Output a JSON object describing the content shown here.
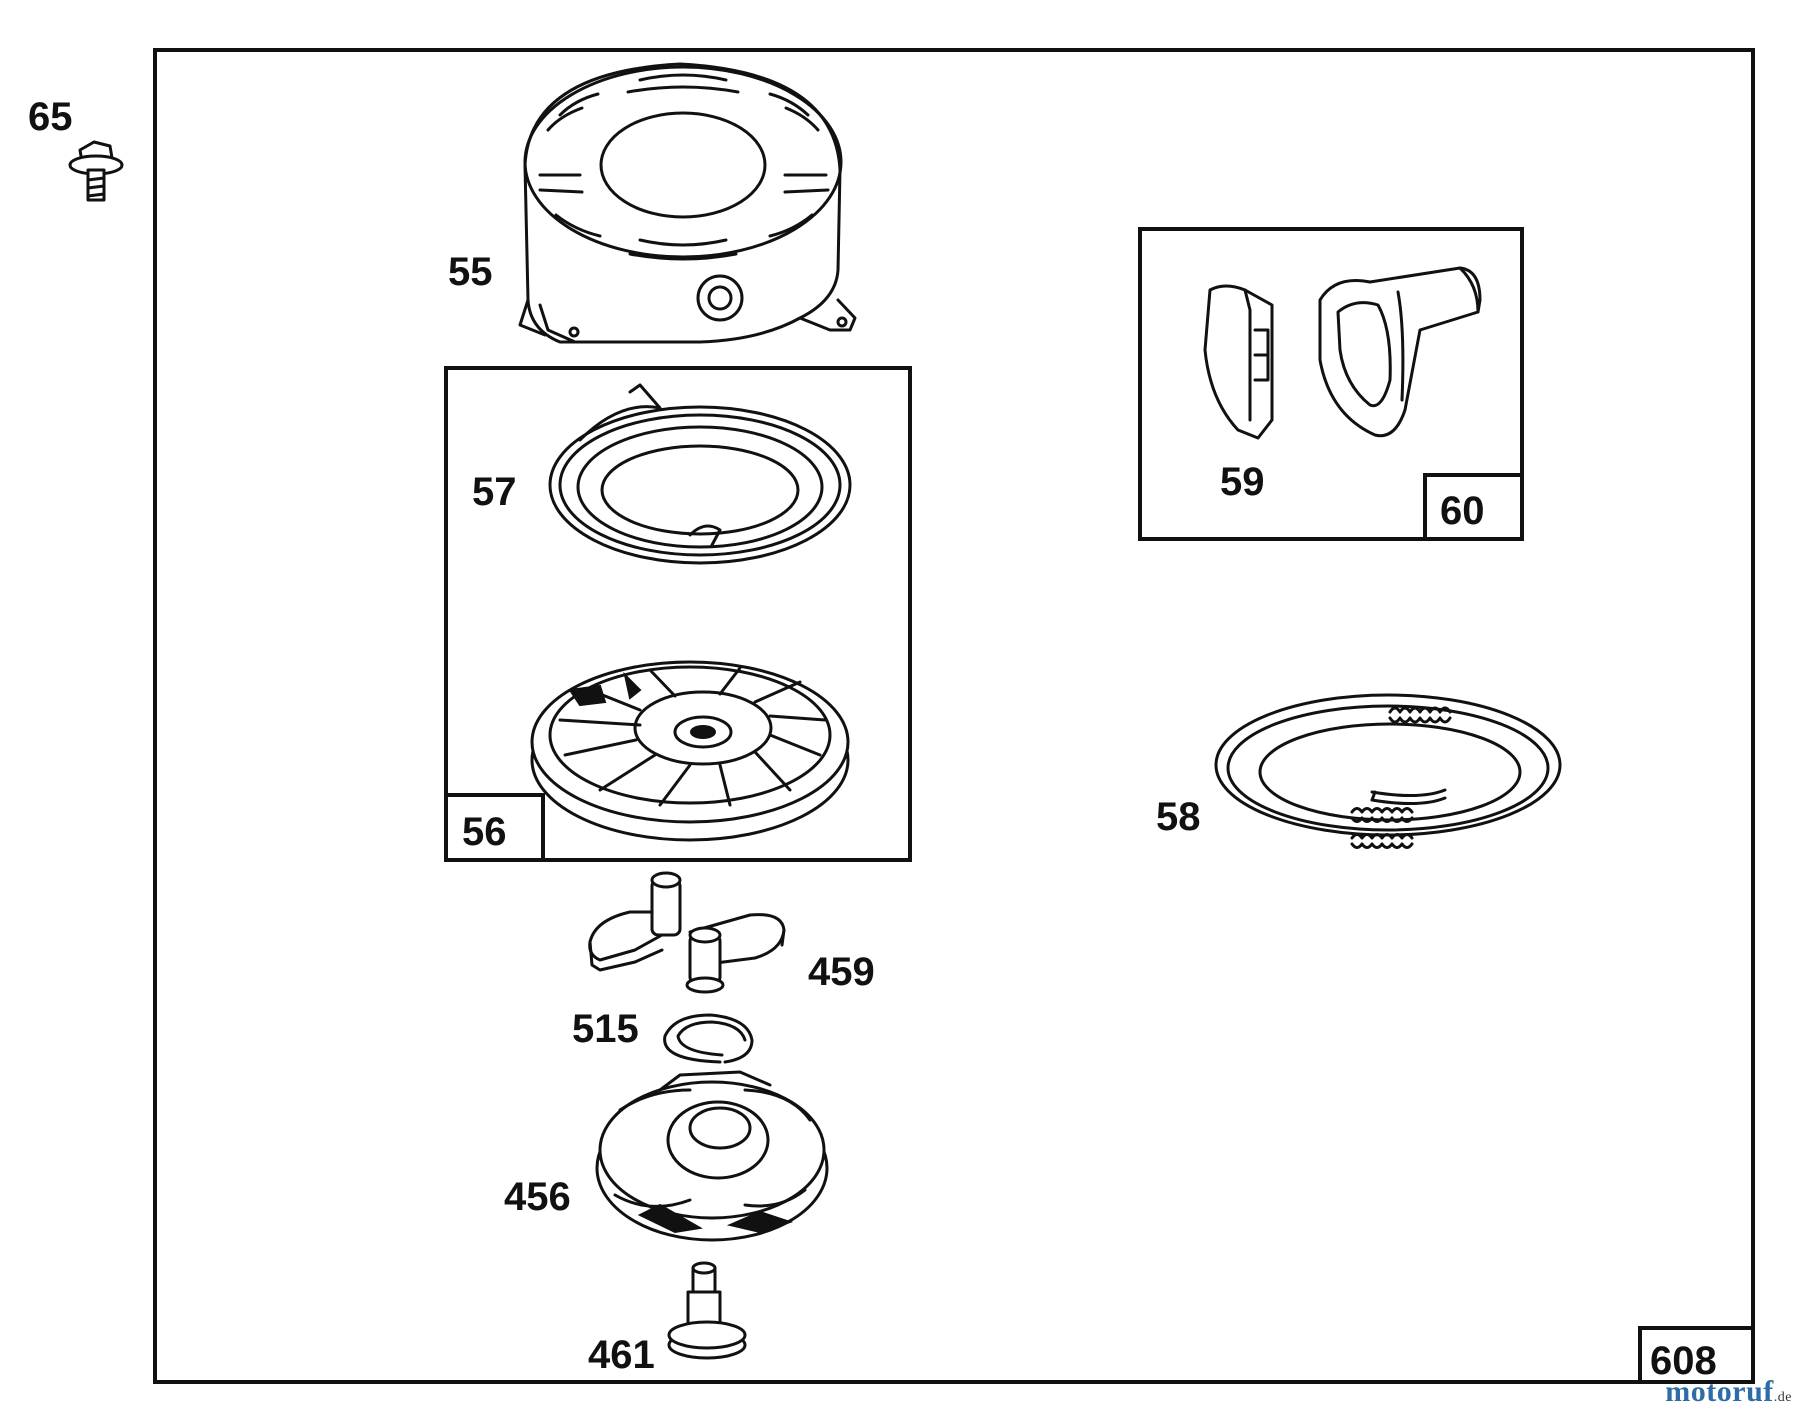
{
  "labels": {
    "p65": "65",
    "p55": "55",
    "p57": "57",
    "p56": "56",
    "p59": "59",
    "p60": "60",
    "p58": "58",
    "p459": "459",
    "p515": "515",
    "p456": "456",
    "p461": "461",
    "p608": "608"
  },
  "watermark": {
    "main": "motoruf",
    "tld": ".de"
  },
  "colors": {
    "ink": "#111111",
    "watermark_blue": "#2d6ca8"
  }
}
